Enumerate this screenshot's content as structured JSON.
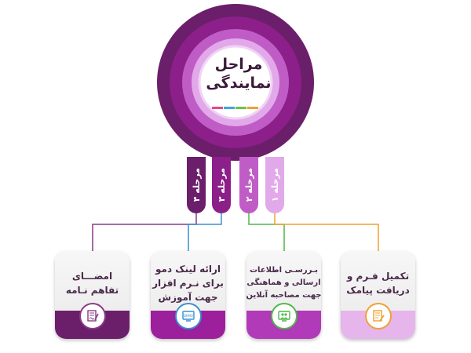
{
  "title": {
    "line1": "مراحل",
    "line2": "نمایندگی"
  },
  "title_underline_colors": [
    "#e04a8a",
    "#3ea6dc",
    "#6fc24a",
    "#f0a030"
  ],
  "stages": [
    {
      "label": "مرحله ۴",
      "color": "#6b1f6a"
    },
    {
      "label": "مرحله ۳",
      "color": "#8c1f8a"
    },
    {
      "label": "مرحله ۲",
      "color": "#c05cc6"
    },
    {
      "label": "مرحله ۱",
      "color": "#e2a9ea"
    }
  ],
  "cards": [
    {
      "lines": [
        "امضـــای",
        "تفاهم نـامه"
      ],
      "bar_color": "#6b1f6a",
      "connector_color": "#8a3a8a",
      "icon": "contract-signing-icon",
      "icon_ring": "#8a3a8a"
    },
    {
      "lines": [
        "ارائه لینک دمو",
        "برای نـرم افزار",
        "جهت آموزش"
      ],
      "bar_color": "#9c1f9c",
      "connector_color": "#3a8fd0",
      "icon": "demo-software-icon",
      "icon_ring": "#3a8fd0"
    },
    {
      "lines": [
        "بـررسـی اطلاعات",
        "ارسالی و هماهنگی",
        "جهت مصاحبه آنلاین"
      ],
      "bar_color": "#b13ab8",
      "connector_color": "#4fb84a",
      "icon": "online-interview-icon",
      "icon_ring": "#4fb84a"
    },
    {
      "lines": [
        "تکمیل فـرم و",
        "دریافت پیامک"
      ],
      "bar_color": "#e6b5ec",
      "connector_color": "#f0a030",
      "icon": "form-sms-icon",
      "icon_ring": "#f0a030"
    }
  ]
}
